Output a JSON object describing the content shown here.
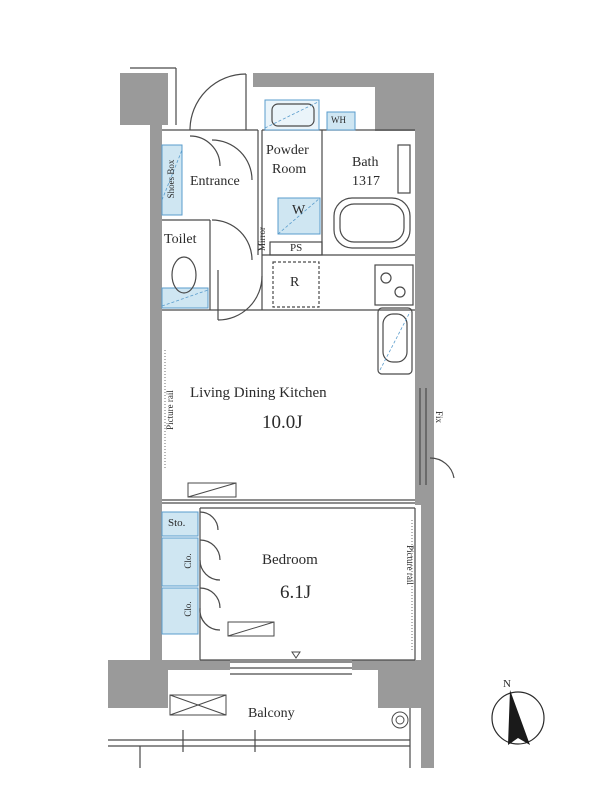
{
  "rooms": {
    "entrance": "Entrance",
    "powder_room_line1": "Powder",
    "powder_room_line2": "Room",
    "bath": "Bath",
    "bath_size": "1317",
    "toilet": "Toilet",
    "ldk": "Living Dining Kitchen",
    "ldk_size": "10.0J",
    "bedroom": "Bedroom",
    "bedroom_size": "6.1J",
    "balcony": "Balcony"
  },
  "fixtures": {
    "shoes_box": "Shoes Box",
    "washer": "W",
    "ps": "PS",
    "mirror": "Mirror",
    "refrigerator": "R",
    "wh": "WH",
    "picture_rail": "Picture rail",
    "storage": "Sto.",
    "closet": "Clo.",
    "fix": "Fix"
  },
  "compass": {
    "north": "N"
  },
  "colors": {
    "wall": "#9a9a9a",
    "line": "#4a4a4a",
    "blue_fill": "#cfe6f2",
    "blue_line": "#5a9ccc"
  }
}
